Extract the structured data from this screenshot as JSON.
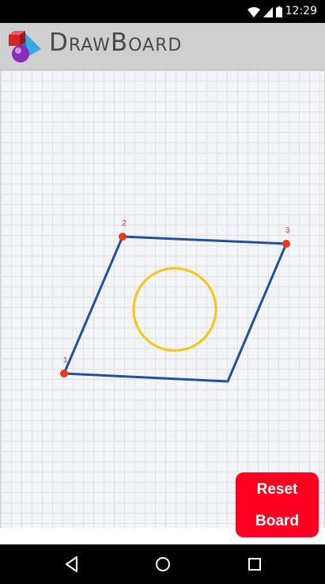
{
  "status_bar": {
    "time": "12:29",
    "icons": [
      "wifi-icon",
      "signal-icon",
      "battery-icon"
    ]
  },
  "app_bar": {
    "title": "DrawBoard",
    "logo_icon": "drawboard-logo-icon"
  },
  "board": {
    "grid_color": "#dde1e6",
    "background_color": "#f3f4f6",
    "shape_stroke_color": "#24509a",
    "circle_stroke_color": "#f5c518",
    "point_color": "#e53a1e",
    "points": [
      {
        "label": "1"
      },
      {
        "label": "2"
      },
      {
        "label": "3"
      }
    ]
  },
  "reset_button": {
    "line1": "Reset",
    "line2": "Board",
    "color": "#ff0022"
  },
  "nav_bar": {
    "buttons": [
      "back-icon",
      "home-icon",
      "recents-icon"
    ]
  }
}
